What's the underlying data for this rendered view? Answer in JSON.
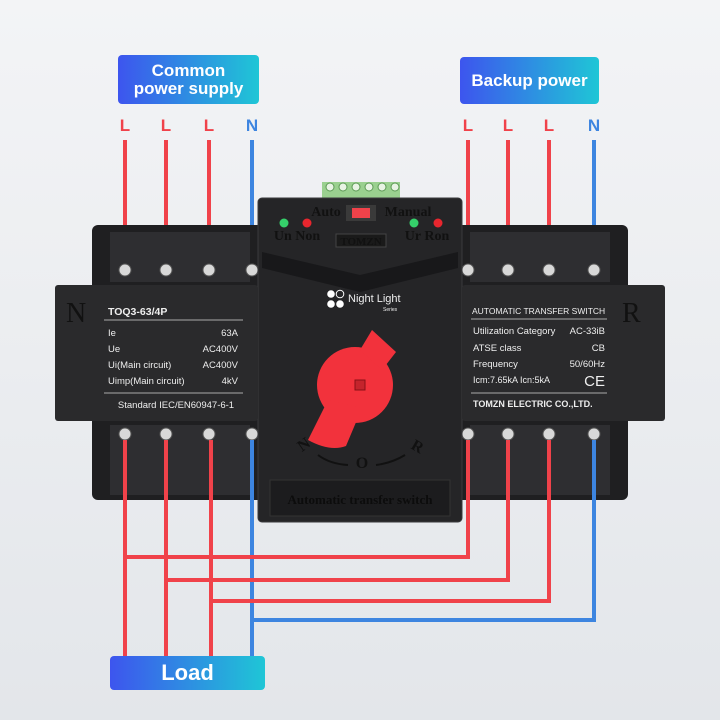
{
  "labels": {
    "common_supply": "Common power supply",
    "common_line1": "Common",
    "common_line2": "power supply",
    "backup": "Backup power",
    "load": "Load"
  },
  "poles": {
    "left": [
      "L",
      "L",
      "L",
      "N"
    ],
    "right": [
      "L",
      "L",
      "L",
      "N"
    ]
  },
  "device": {
    "side_left": "N",
    "side_right": "R",
    "auto": "Auto",
    "manual": "Manual",
    "un_non": "Un Non",
    "ur_ron": "Ur Ron",
    "brand_badge": "TOMZN",
    "series_name": "Night Light",
    "series_sub": "Series",
    "dial_n": "N",
    "dial_o": "O",
    "dial_r": "R",
    "bottom_text": "Automatic transfer switch",
    "left_panel": {
      "model": "TOQ3-63/4P",
      "rows": [
        [
          "Ie",
          "63A"
        ],
        [
          "Ue",
          "AC400V"
        ],
        [
          "Ui(Main circuit)",
          "AC400V"
        ],
        [
          "Uimp(Main circuit)",
          "4kV"
        ]
      ],
      "standard": "Standard IEC/EN60947-6-1"
    },
    "right_panel": {
      "title": "AUTOMATIC TRANSFER SWITCH",
      "rows": [
        [
          "Utilization Category",
          "AC-33iB"
        ],
        [
          "ATSE class",
          "CB"
        ],
        [
          "Frequency",
          "50/60Hz"
        ],
        [
          "Icm:7.65kA Icn:5kA",
          "CE"
        ]
      ],
      "maker": "TOMZN ELECTRIC CO.,LTD."
    }
  },
  "colors": {
    "live": "#f0424a",
    "neutral": "#3d85e0",
    "body": "#1f1f21",
    "handle": "#f2323c"
  }
}
